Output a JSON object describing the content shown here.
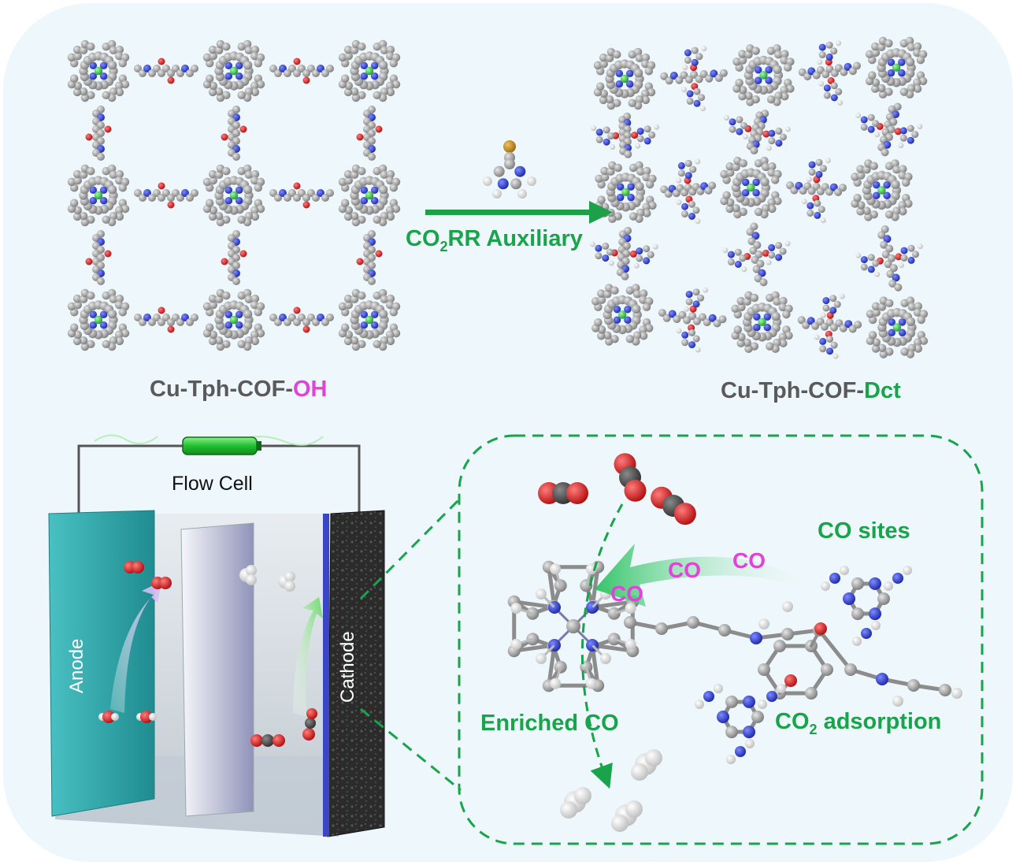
{
  "labels": {
    "left_framework_prefix": "Cu-Tph-COF-",
    "left_framework_suffix": "OH",
    "right_framework_prefix": "Cu-Tph-COF-",
    "right_framework_suffix": "Dct",
    "arrow_label_co": "CO",
    "arrow_label_sub": "2",
    "arrow_label_rest": "RR Auxiliary",
    "flow_cell": "Flow Cell",
    "anode": "Anode",
    "cathode": "Cathode",
    "co_sites": "CO sites",
    "enriched_co": "Enriched CO",
    "co2_adsorption_co": "CO",
    "co2_adsorption_sub": "2",
    "co2_adsorption_rest": " adsorption",
    "co_tags": [
      "CO",
      "CO",
      "CO"
    ]
  },
  "colors": {
    "background_panel": "#eef7fc",
    "accent_green": "#19a34a",
    "accent_pink": "#e043d9",
    "atom_carbon": "#9a9a9a",
    "atom_nitrogen": "#2f3fd6",
    "atom_oxygen": "#e01a1a",
    "atom_copper": "#36c24a",
    "atom_hydrogen": "#f2f2f2",
    "anode_teal": "#2fa9ad",
    "cathode_dark": "#2a2a2a"
  }
}
